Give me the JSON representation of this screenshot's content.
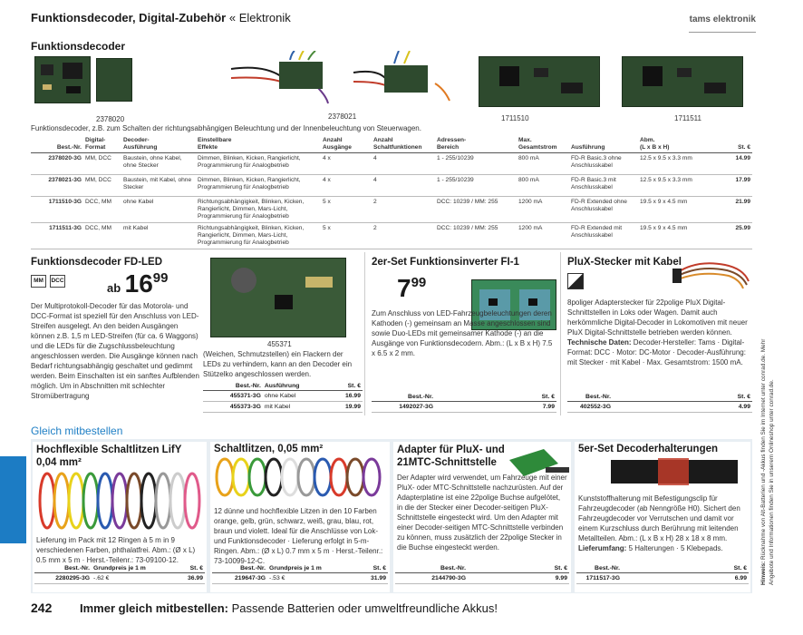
{
  "header": {
    "title": "Funktionsdecoder, Digital-Zubehör",
    "subtitle": "« Elektronik",
    "logo": "tams elektronik"
  },
  "section1": {
    "title": "Funktionsdecoder",
    "captions": [
      "2378020",
      "2378021",
      "1711510",
      "1711511"
    ],
    "description": "Funktionsdecoder, z.B. zum Schalten der richtungsabhängigen Beleuchtung und der Innenbeleuchtung von Steuerwagen.",
    "table": {
      "headers": [
        "Best.-Nr.",
        "Digital-\nFormat",
        "Decoder-\nAusführung",
        "Einstellbare\nEffekte",
        "Anzahl\nAusgänge",
        "Anzahl\nSchaltfunktionen",
        "Adressen-\nBereich",
        "Max.\nGesamtstrom",
        "Ausführung",
        "Abm.\n(L x B x H)",
        "St. €"
      ],
      "rows": [
        [
          "2378020-3G",
          "MM, DCC",
          "Baustein, ohne Kabel, ohne Stecker",
          "Dimmen, Blinken, Kicken, Rangierlicht, Programmierung für Analogbetrieb",
          "4 x",
          "4",
          "1 - 255/10239",
          "800 mA",
          "FD-R Basic.3 ohne Anschlusskabel",
          "12.5 x 9.5 x 3.3 mm",
          "14.99"
        ],
        [
          "2378021-3G",
          "MM, DCC",
          "Baustein, mit Kabel, ohne Stecker",
          "Dimmen, Blinken, Kicken, Rangierlicht, Programmierung für Analogbetrieb",
          "4 x",
          "4",
          "1 - 255/10239",
          "800 mA",
          "FD-R Basic.3 mit Anschlusskabel",
          "12.5 x 9.5 x 3.3 mm",
          "17.99"
        ],
        [
          "1711510-3G",
          "DCC, MM",
          "ohne Kabel",
          "Richtungsabhängigkeit, Blinken, Kicken, Rangierlicht, Dimmen, Mars-Licht, Programmierung für Analogbetrieb",
          "5 x",
          "2",
          "DCC: 10239 / MM: 255",
          "1200 mA",
          "FD-R Extended ohne Anschlusskabel",
          "19.5 x 9 x 4.5 mm",
          "21.99"
        ],
        [
          "1711511-3G",
          "DCC, MM",
          "mit Kabel",
          "Richtungsabhängigkeit, Blinken, Kicken, Rangierlicht, Dimmen, Mars-Licht, Programmierung für Analogbetrieb",
          "5 x",
          "2",
          "DCC: 10239 / MM: 255",
          "1200 mA",
          "FD-R Extended mit Anschlusskabel",
          "19.5 x 9 x 4.5 mm",
          "25.99"
        ]
      ]
    }
  },
  "fdled": {
    "title": "Funktionsdecoder FD-LED",
    "badges": [
      "MM",
      "DCC"
    ],
    "price_prefix": "ab",
    "price_main": "16",
    "price_cents": "99",
    "text1": "Der Multiprotokoll-Decoder für das Motorola- und DCC-Format ist speziell für den Anschluss von LED-Streifen ausgelegt. An den beiden Ausgängen können z.B. 1,5 m LED-Streifen (für ca. 6 Waggons) und die LEDs für die Zugschlussbeleuchtung angeschlossen werden. Die Ausgänge können nach Bedarf richtungsabhängig geschaltet und gedimmt werden. Beim Einschalten ist ein sanftes Aufblenden möglich. Um in Abschnitten mit schlechter Stromübertragung",
    "caption": "455371",
    "text2": "(Weichen, Schmutzstellen) ein Flackern der LEDs zu verhindern, kann an den Decoder ein Stützelko angeschlossen werden.",
    "table": {
      "headers": [
        "Best.-Nr.",
        "Ausführung",
        "St. €"
      ],
      "rows": [
        [
          "455371-3G",
          "ohne Kabel",
          "16.99"
        ],
        [
          "455373-3G",
          "mit Kabel",
          "19.99"
        ]
      ]
    }
  },
  "fi1": {
    "title": "2er-Set Funktionsinverter FI-1",
    "price_main": "7",
    "price_cents": "99",
    "text": "Zum Anschluss von LED-Fahrzeugbeleuchtungen deren Kathoden (-) gemeinsam an Masse angeschlossen sind sowie Duo-LEDs mit gemeinsamer Kathode (-) an die Ausgänge von Funktionsdecodern. Abm.: (L x B x H) 7.5 x 6.5 x 2 mm.",
    "table": {
      "headers": [
        "Best.-Nr.",
        "St. €"
      ],
      "rows": [
        [
          "1492027-3G",
          "7.99"
        ]
      ]
    }
  },
  "plux": {
    "title": "PluX-Stecker mit Kabel",
    "text": "8poliger Adapterstecker für 22polige PluX Digital-Schnittstellen in Loks oder Wagen. Damit auch herkömmliche Digital-Decoder in Lokomotiven mit neuer PluX Digital-Schnittstelle betrieben werden können.",
    "tech_label": "Technische Daten:",
    "tech": "Decoder-Hersteller: Tams · Digital-Format: DCC · Motor: DC-Motor · Decoder-Ausführung: mit Stecker · mit Kabel · Max. Gesamtstrom: 1500 mA.",
    "table": {
      "headers": [
        "Best.-Nr.",
        "St. €"
      ],
      "rows": [
        [
          "402552-3G",
          "4.99"
        ]
      ]
    }
  },
  "gleich": {
    "heading": "Gleich mitbestellen",
    "cards": [
      {
        "title": "Hochflexible Schaltlitzen LifY 0,04 mm²",
        "text": "Lieferung im Pack mit 12 Ringen à 5 m in 9 verschiedenen Farben, phthalatfrei. Abm.: (Ø x L) 0.5 mm x 5 m · Herst.-Teilenr.: 73-09100-12.",
        "headers": [
          "Best.-Nr.",
          "Grundpreis je 1 m",
          "St. €"
        ],
        "row": [
          "2280295-3G",
          "-.62 €",
          "36.99"
        ]
      },
      {
        "title": "Schaltlitzen, 0,05 mm²",
        "text": "12 dünne und hochflexible Litzen in den 10 Farben orange, gelb, grün, schwarz, weiß, grau, blau, rot, braun und violett. Ideal für die Anschlüsse von Lok- und Funktionsdecoder · Lieferung erfolgt in 5-m-Ringen. Abm.: (Ø x L) 0.7 mm x 5 m · Herst.-Teilenr.: 73-10099-12-C.",
        "headers": [
          "Best.-Nr.",
          "Grundpreis je 1 m",
          "St. €"
        ],
        "row": [
          "219647-3G",
          "-.53 €",
          "31.99"
        ]
      },
      {
        "title": "Adapter für PluX- und 21MTC-Schnittstelle",
        "text": "Der Adapter wird verwendet, um Fahrzeuge mit einer PluX- oder MTC-Schnittstelle nachzurüsten. Auf der Adapterplatine ist eine 22polige Buchse aufgelötet, in die der Stecker einer Decoder-seitigen PluX-Schnittstelle eingesteckt wird. Um den Adapter mit einer Decoder-seitigen MTC-Schnittstelle verbinden zu können, muss zusätzlich der 22polige Stecker in die Buchse eingesteckt werden.",
        "headers": [
          "Best.-Nr.",
          "St. €"
        ],
        "row": [
          "2144790-3G",
          "9.99"
        ]
      },
      {
        "title": "5er-Set Decoderhalterungen",
        "text": "Kunststoffhalterung mit Befestigungsclip für Fahrzeugdecoder (ab Nenngröße H0). Sichert den Fahrzeugdecoder vor Verrutschen und damit vor einem Kurzschluss durch Berührung mit leitenden Metallteilen. Abm.: (L x B x H) 28 x 18 x 8 mm.",
        "scope_label": "Lieferumfang:",
        "scope": "5 Halterungen · 5 Klebepads.",
        "headers": [
          "Best.-Nr.",
          "St. €"
        ],
        "row": [
          "1711517-3G",
          "6.99"
        ]
      }
    ]
  },
  "footer": {
    "page": "242",
    "bold": "Immer gleich mitbestellen:",
    "text": "Passende Batterien oder umweltfreundliche Akkus!"
  },
  "side": {
    "bold": "Hinweis:",
    "text": "Rücknahme von Alt-Batterien und -Akkus finden Sie im Internet unter conrad.de. Mehr Angebote und Informationen finden Sie in unserem Onlineshop unter conrad.de."
  },
  "colors": {
    "accent": "#1f7fc5",
    "card_bg": "#e8eef3",
    "pcb": "#2e4a2e"
  }
}
